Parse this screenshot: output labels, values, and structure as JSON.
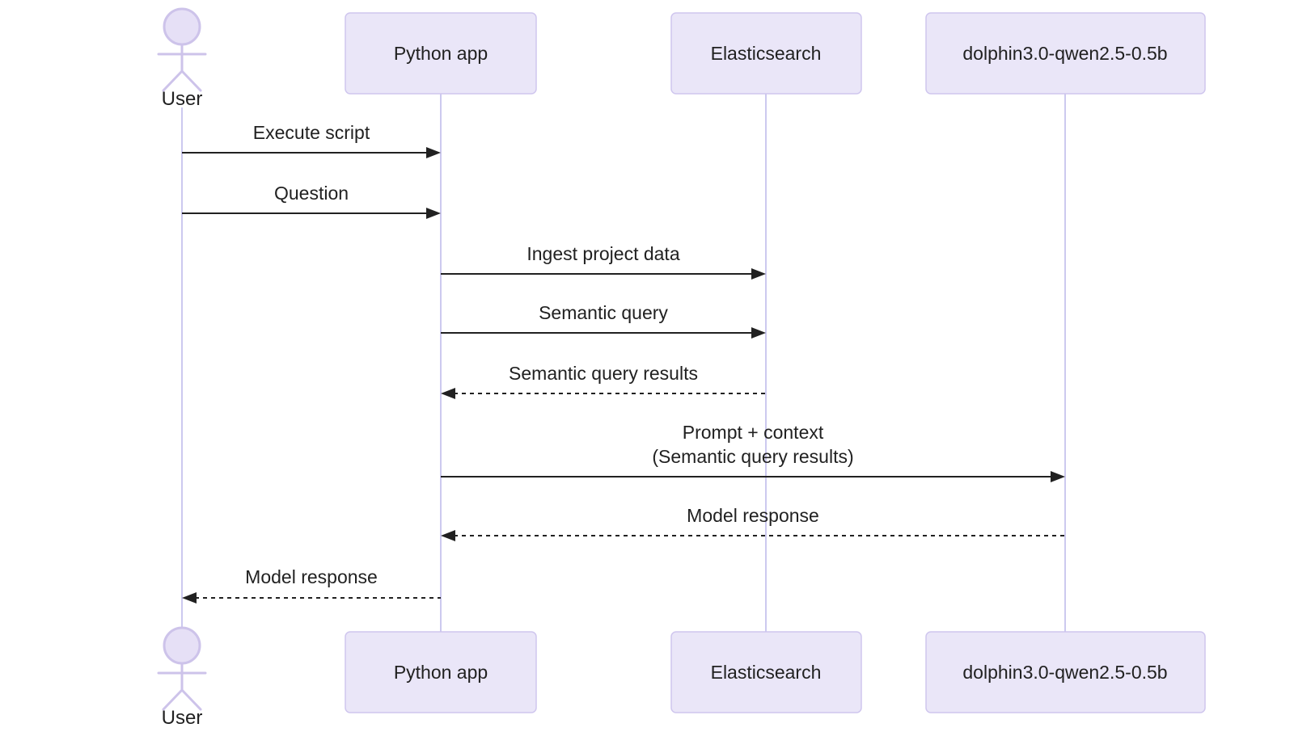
{
  "diagram": {
    "type": "sequence-diagram",
    "colors": {
      "background": "#ffffff",
      "participant_fill": "#eae6f8",
      "participant_border": "#cfc6ee",
      "lifeline": "#ccc9ef",
      "actor_stroke": "#cdc3ea",
      "actor_head_fill": "#e6e0f6",
      "message_line": "#212121",
      "text": "#212121"
    },
    "actors": [
      {
        "id": "user",
        "kind": "actor",
        "label": "User"
      },
      {
        "id": "python-app",
        "kind": "participant",
        "label": "Python app"
      },
      {
        "id": "elasticsearch",
        "kind": "participant",
        "label": "Elasticsearch"
      },
      {
        "id": "dolphin",
        "kind": "participant",
        "label": "dolphin3.0-qwen2.5-0.5b"
      }
    ],
    "messages": [
      {
        "from": "User",
        "to": "Python app",
        "style": "solid",
        "label": "Execute script"
      },
      {
        "from": "User",
        "to": "Python app",
        "style": "solid",
        "label": "Question"
      },
      {
        "from": "Python app",
        "to": "Elasticsearch",
        "style": "solid",
        "label": "Ingest project data"
      },
      {
        "from": "Python app",
        "to": "Elasticsearch",
        "style": "solid",
        "label": "Semantic query"
      },
      {
        "from": "Elasticsearch",
        "to": "Python app",
        "style": "dashed",
        "label": "Semantic query results"
      },
      {
        "from": "Python app",
        "to": "dolphin3.0-qwen2.5-0.5b",
        "style": "solid",
        "label": "Prompt + context",
        "label2": "(Semantic query results)"
      },
      {
        "from": "dolphin3.0-qwen2.5-0.5b",
        "to": "Python app",
        "style": "dashed",
        "label": "Model response"
      },
      {
        "from": "Python app",
        "to": "User",
        "style": "dashed",
        "label": "Model response"
      }
    ]
  }
}
